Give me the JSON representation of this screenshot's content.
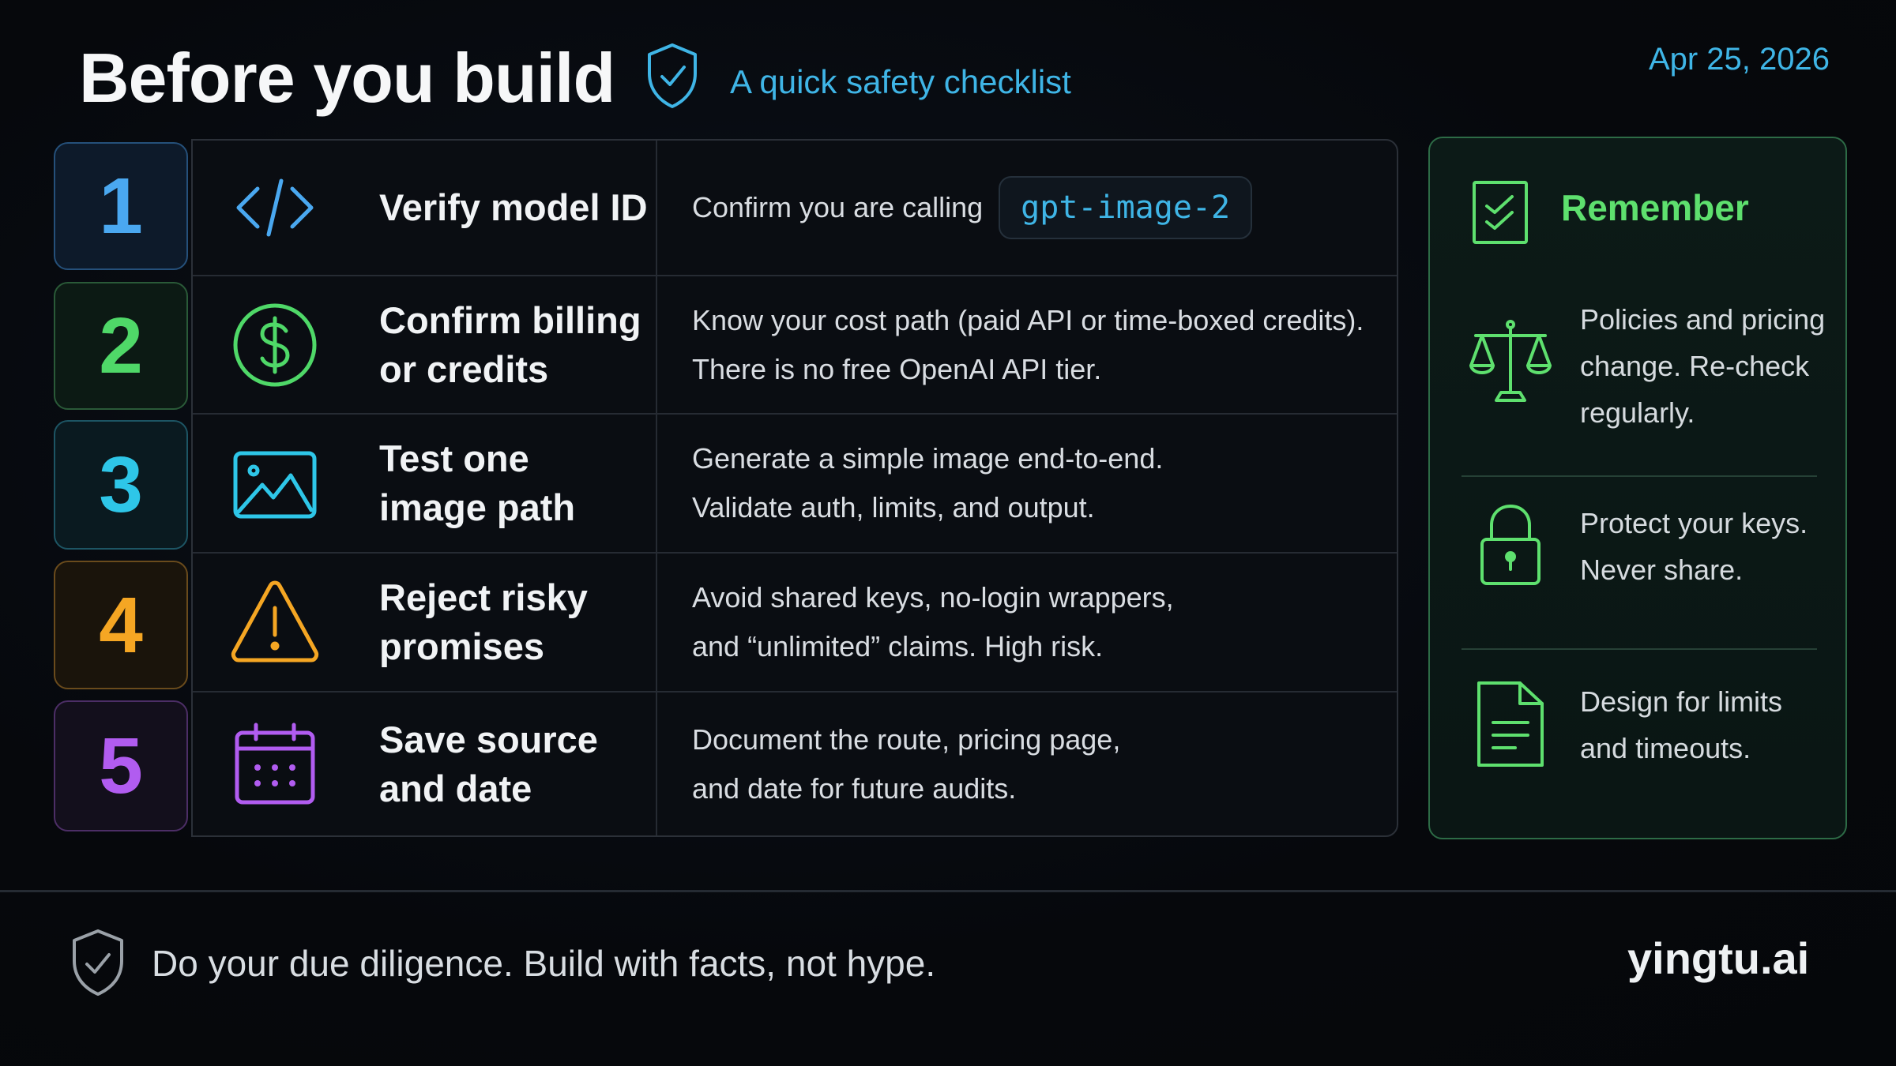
{
  "header": {
    "title": "Before you build",
    "subtitle": "A quick safety checklist",
    "subtitle_icon": "shield-check-icon",
    "date": "Apr 25, 2026"
  },
  "checklist": [
    {
      "number": "1",
      "color": "#4aa8f0",
      "icon": "code-icon",
      "label_lines": [
        "Verify model ID"
      ],
      "description_prefix": "Confirm you are calling",
      "code": "gpt-image-2",
      "description_lines": []
    },
    {
      "number": "2",
      "color": "#4fd868",
      "icon": "dollar-circle-icon",
      "label_lines": [
        "Confirm billing",
        "or credits"
      ],
      "description_lines": [
        "Know your cost path (paid API or time-boxed credits).",
        "There is no free OpenAI API tier."
      ]
    },
    {
      "number": "3",
      "color": "#2ec6e8",
      "icon": "image-icon",
      "label_lines": [
        "Test one",
        "image path"
      ],
      "description_lines": [
        "Generate a simple image end-to-end.",
        "Validate auth, limits, and output."
      ]
    },
    {
      "number": "4",
      "color": "#f5a623",
      "icon": "warning-triangle-icon",
      "label_lines": [
        "Reject risky",
        "promises"
      ],
      "description_lines": [
        "Avoid shared keys, no-login wrappers,",
        "and “unlimited” claims. High risk."
      ]
    },
    {
      "number": "5",
      "color": "#b15cf0",
      "icon": "calendar-icon",
      "label_lines": [
        "Save source",
        "and date"
      ],
      "description_lines": [
        "Document the route, pricing page,",
        "and date for future audits."
      ]
    }
  ],
  "remember": {
    "title": "Remember",
    "title_icon": "checklist-icon",
    "accent": "#5ee06e",
    "items": [
      {
        "icon": "scales-icon",
        "lines": [
          "Policies and pricing",
          "change. Re-check",
          "regularly."
        ]
      },
      {
        "icon": "lock-icon",
        "lines": [
          "Protect your keys.",
          "Never share."
        ]
      },
      {
        "icon": "document-icon",
        "lines": [
          "Design for limits",
          "and timeouts."
        ]
      }
    ]
  },
  "footer": {
    "icon": "shield-check-icon",
    "text": "Do your due diligence. Build with facts, not hype.",
    "brand": "yingtu.ai"
  }
}
